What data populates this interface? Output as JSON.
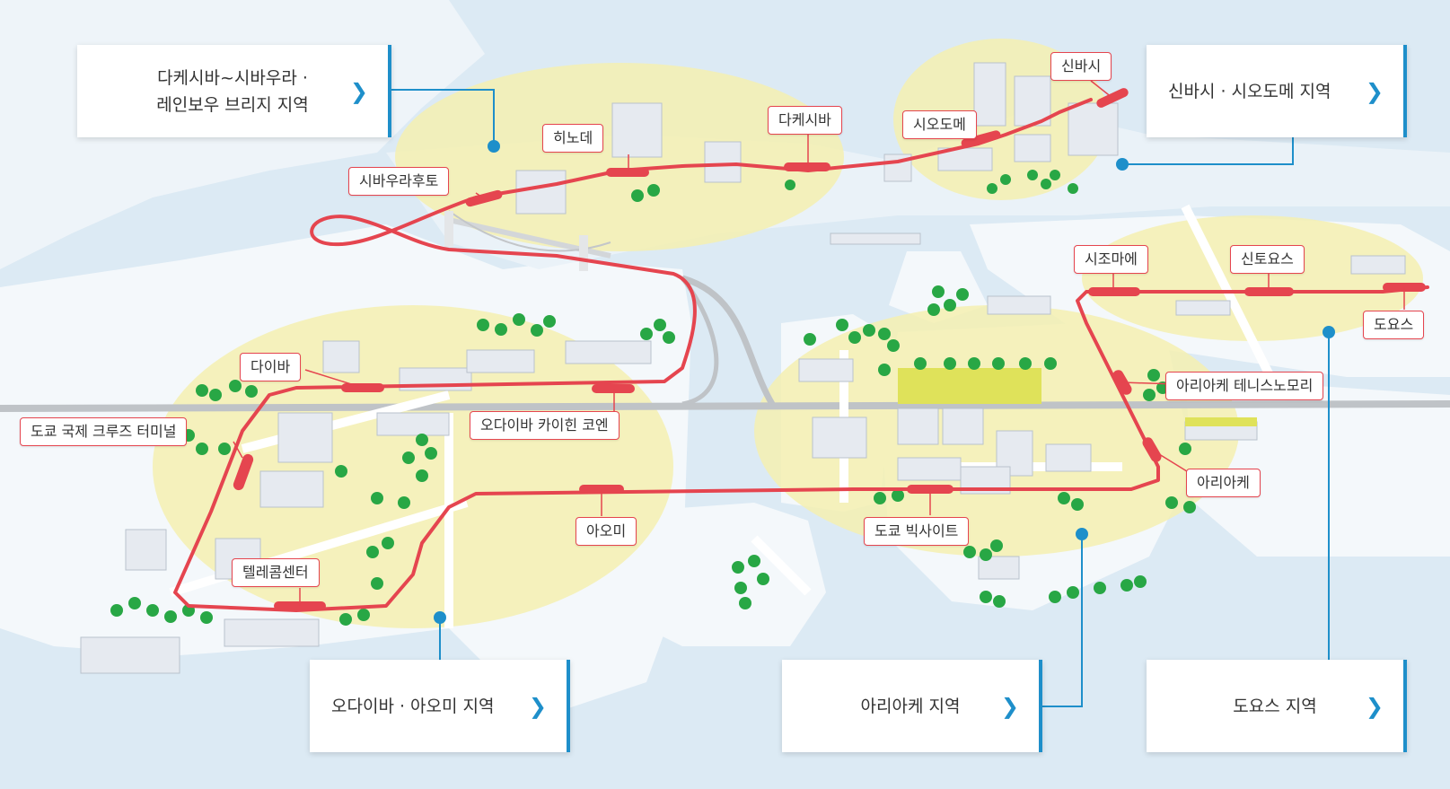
{
  "colors": {
    "water": "#dceaf4",
    "land": "#f4f8fb",
    "highlight": "#f4f0b0",
    "rail": "#e5454f",
    "accent": "#1e8fca",
    "tree": "#28a745"
  },
  "stations": [
    {
      "id": "shibaura-futo",
      "label": "시바우라후토"
    },
    {
      "id": "hinode",
      "label": "히노데"
    },
    {
      "id": "takeshiba",
      "label": "다케시바"
    },
    {
      "id": "shiodome",
      "label": "시오도메"
    },
    {
      "id": "shimbashi",
      "label": "신바시"
    },
    {
      "id": "daiba",
      "label": "다이바"
    },
    {
      "id": "cruise-terminal",
      "label": "도쿄 국제 크루즈 터미널"
    },
    {
      "id": "odaiba-kaihinkoen",
      "label": "오다이바 카이힌 코엔"
    },
    {
      "id": "aomi",
      "label": "아오미"
    },
    {
      "id": "telecom-center",
      "label": "텔레콤센터"
    },
    {
      "id": "tokyo-big-sight",
      "label": "도쿄 빅사이트"
    },
    {
      "id": "shijomae",
      "label": "시조마에"
    },
    {
      "id": "shintoyosu",
      "label": "신토요스"
    },
    {
      "id": "toyosu",
      "label": "도요스"
    },
    {
      "id": "ariake-tennis",
      "label": "아리아케 테니스노모리"
    },
    {
      "id": "ariake",
      "label": "아리아케"
    }
  ],
  "areas": [
    {
      "id": "takeshiba-area",
      "label": "다케시바~시바우라 ·\n레인보우 브리지 지역"
    },
    {
      "id": "shimbashi-area",
      "label": "신바시 · 시오도메 지역"
    },
    {
      "id": "odaiba-area",
      "label": "오다이바 · 아오미 지역"
    },
    {
      "id": "ariake-area",
      "label": "아리아케 지역"
    },
    {
      "id": "toyosu-area",
      "label": "도요스 지역"
    }
  ],
  "icons": {
    "chevron": "chevron-right-icon"
  }
}
